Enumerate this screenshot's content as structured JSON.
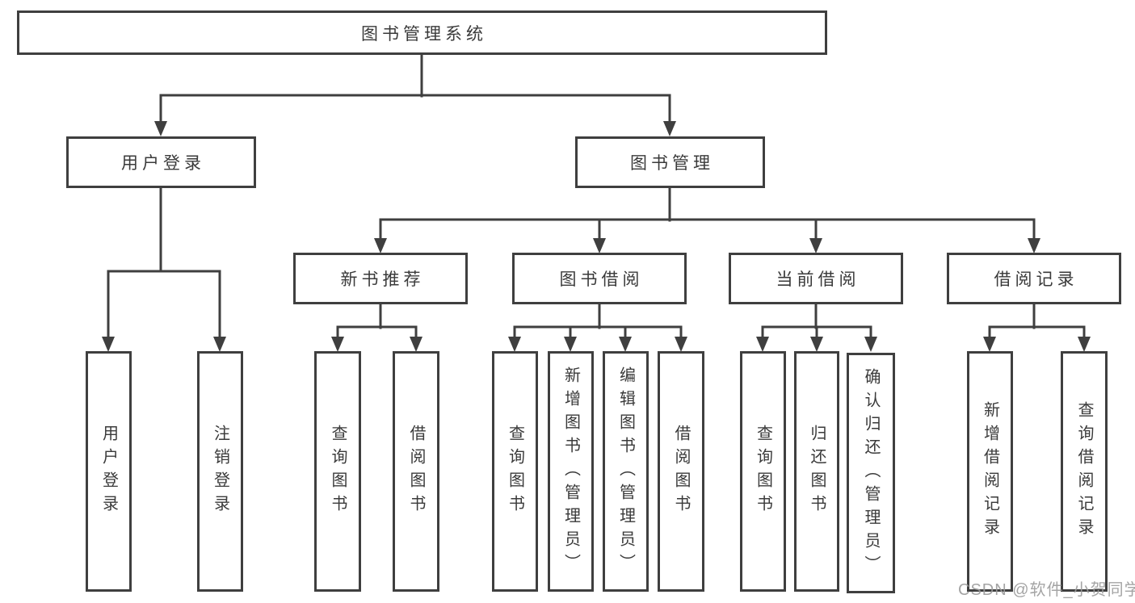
{
  "title": "图书管理系统",
  "watermark": "CSDN @软件_小贺同学",
  "colors": {
    "line": "#3f3f3f",
    "text": "#3a3a3a",
    "watermark": "#9b9b9b"
  },
  "tree": {
    "root": {
      "label": "图书管理系统"
    },
    "branches": [
      {
        "label": "用户登录",
        "children": [
          "用户登录",
          "注销登录"
        ]
      },
      {
        "label": "图书管理",
        "sections": [
          {
            "label": "新书推荐",
            "children": [
              "查询图书",
              "借阅图书"
            ]
          },
          {
            "label": "图书借阅",
            "children": [
              "查询图书",
              "新增图书（管理员）",
              "编辑图书（管理员）",
              "借阅图书"
            ]
          },
          {
            "label": "当前借阅",
            "children": [
              "查询图书",
              "归还图书",
              "确认归还（管理员）"
            ]
          },
          {
            "label": "借阅记录",
            "children": [
              "新增借阅记录",
              "查询借阅记录"
            ]
          }
        ]
      }
    ]
  }
}
